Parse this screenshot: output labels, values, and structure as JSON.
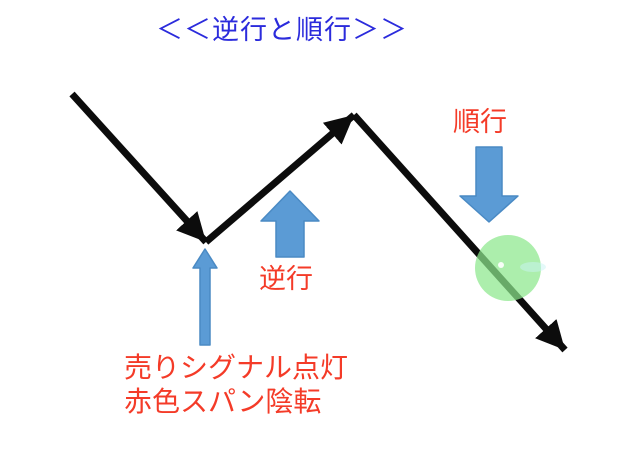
{
  "title": "＜＜逆行と順行＞＞",
  "labels": {
    "retrograde": "逆行",
    "prograde": "順行",
    "annotation_line1": "売りシグナル点灯",
    "annotation_line2": "赤色スパン陰転"
  },
  "colors": {
    "title_text": "#2b2bdc",
    "red_text": "#f43b28",
    "arrow_fill": "#5b9bd5",
    "arrow_stroke": "#4a8ac4",
    "line": "#0c0c0c",
    "highlight_green": "#8ce88c",
    "background": "#ffffff"
  }
}
